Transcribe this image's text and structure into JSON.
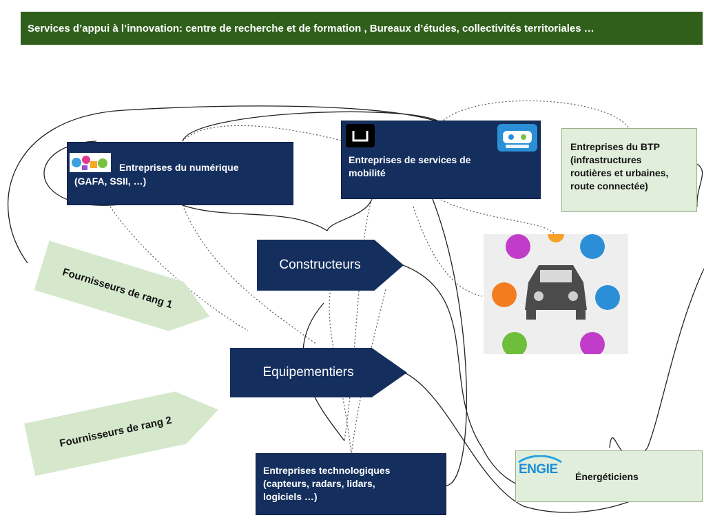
{
  "banner": {
    "text": "Services d’appui à l’innovation: centre de recherche et de formation , Bureaux d’études, collectivités territoriales …"
  },
  "nodes": {
    "numerique": {
      "line1": "Entreprises du numérique",
      "line2": "(GAFA, SSII, …)"
    },
    "mobilite": {
      "line1": "Entreprises de services de",
      "line2": "mobilité"
    },
    "btp": {
      "line1": "Entreprises du BTP",
      "line2": "(infrastructures",
      "line3": "routières et urbaines,",
      "line4": "route connectée)"
    },
    "technologiques": {
      "line1": "Entreprises technologiques",
      "line2": "(capteurs, radars, lidars,",
      "line3": "logiciels …)"
    },
    "energeticiens": {
      "label": "Énergéticiens",
      "logo": "ENGIE"
    }
  },
  "arrows": {
    "constructeurs": "Constructeurs",
    "equipementiers": "Equipementiers",
    "rang1": "Fournisseurs de rang 1",
    "rang2": "Fournisseurs de rang 2"
  },
  "icons": {
    "numerique": "digital-collage-icon",
    "uber": "uber-logo-icon",
    "blablacar": "blablacar-logo-icon",
    "connected_car": "connected-car-illustration",
    "engie": "engie-logo"
  },
  "colors": {
    "banner": "#2f5f1b",
    "navy": "#142f5e",
    "light_green": "#e1eedb"
  }
}
